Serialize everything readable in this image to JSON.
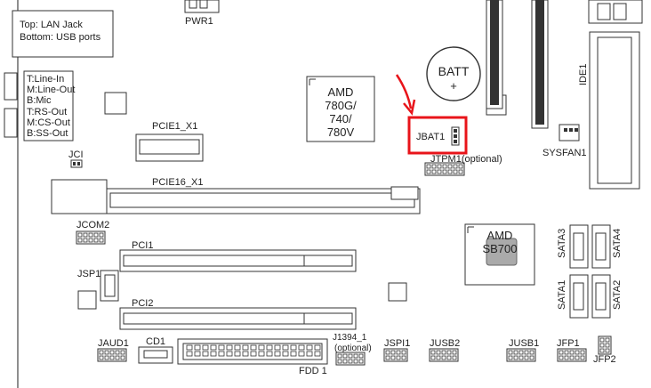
{
  "labels": {
    "lan_usb_note_top": "Top: LAN Jack",
    "lan_usb_note_bottom": "Bottom: USB ports",
    "pwr1": "PWR1",
    "batt": "BATT",
    "batt_plus": "+",
    "ide1": "IDE1",
    "audio_t1": "T:Line-In",
    "audio_m1": "M:Line-Out",
    "audio_b1": "B:Mic",
    "audio_t2": "T:RS-Out",
    "audio_m2": "M:CS-Out",
    "audio_b2": "B:SS-Out",
    "nb_line1": "AMD",
    "nb_line2": "780G/",
    "nb_line3": "740/",
    "nb_line4": "780V",
    "pcie1_x1": "PCIE1_X1",
    "jbat1": "JBAT1",
    "jtpm1": "JTPM1(optional)",
    "sysfan1": "SYSFAN1",
    "jci": "JCI",
    "pcie16_x1": "PCIE16_X1",
    "jcom2": "JCOM2",
    "sb_line1": "AMD",
    "sb_line2": "SB700",
    "sata3": "SATA3",
    "sata4": "SATA4",
    "sata1": "SATA1",
    "sata2": "SATA2",
    "pci1": "PCI1",
    "jsp1": "JSP1",
    "pci2": "PCI2",
    "jaud1": "JAUD1",
    "cd1": "CD1",
    "fdd1": "FDD 1",
    "j1394": "J1394_1",
    "j1394_opt": "(optional)",
    "jspi1": "JSPI1",
    "jusb2": "JUSB2",
    "jusb1": "JUSB1",
    "jfp1": "JFP1",
    "jfp2": "JFP2"
  },
  "highlight": {
    "target": "JBAT1",
    "frame_color": "#e8141a",
    "arrow_color": "#e8141a"
  }
}
